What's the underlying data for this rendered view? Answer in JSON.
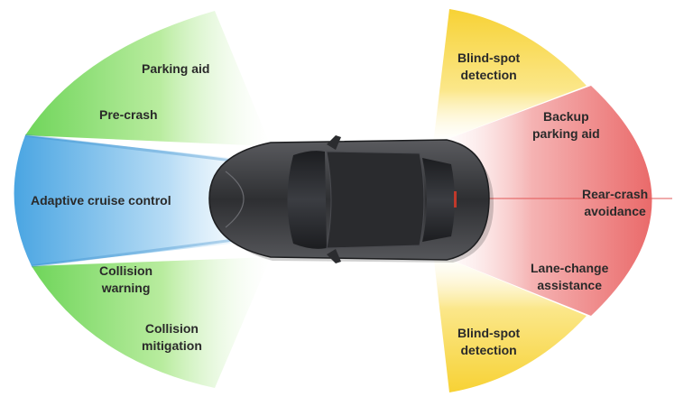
{
  "front_zones": {
    "parking_aid": "Parking aid",
    "pre_crash": "Pre-crash",
    "adaptive_cruise_control": "Adaptive cruise control",
    "collision_warning": "Collision\nwarning",
    "collision_mitigation": "Collision\nmitigation"
  },
  "rear_zones": {
    "blind_spot_top": "Blind-spot\ndetection",
    "backup_parking_aid": "Backup\nparking aid",
    "rear_crash_avoidance": "Rear-crash\navoidance",
    "lane_change_assistance": "Lane-change\nassistance",
    "blind_spot_bottom": "Blind-spot\ndetection"
  },
  "colors": {
    "green": "#6fd55a",
    "blue": "#4aa5e2",
    "yellow": "#f7d235",
    "red": "#ea6a6a",
    "car_body": "#3a3b3e",
    "label_text": "#2a2a2a"
  }
}
